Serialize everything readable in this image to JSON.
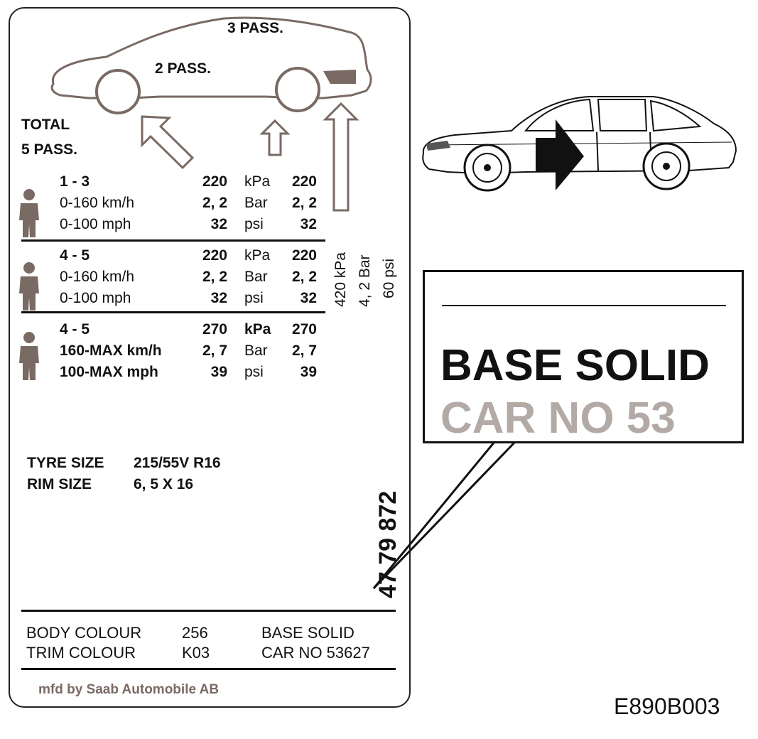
{
  "header": {
    "pass_3": "3 PASS.",
    "pass_2": "2 PASS.",
    "total_line1": "TOTAL",
    "total_line2": "5 PASS."
  },
  "load_rows": [
    {
      "passengers": "1  -   3",
      "speed_kmh": "0-160 km/h",
      "speed_mph": "0-100 mph",
      "front_kpa": "220",
      "front_bar": "2, 2",
      "front_psi": "32",
      "unit_kpa": "kPa",
      "unit_bar": "Bar",
      "unit_psi": "psi",
      "rear_kpa": "220",
      "rear_bar": "2, 2",
      "rear_psi": "32"
    },
    {
      "passengers": "4  -   5",
      "speed_kmh": "0-160 km/h",
      "speed_mph": "0-100 mph",
      "front_kpa": "220",
      "front_bar": "2, 2",
      "front_psi": "32",
      "unit_kpa": "kPa",
      "unit_bar": "Bar",
      "unit_psi": "psi",
      "rear_kpa": "220",
      "rear_bar": "2, 2",
      "rear_psi": "32"
    },
    {
      "passengers": "4  -   5",
      "speed_kmh": "160-MAX km/h",
      "speed_mph": "100-MAX mph",
      "front_kpa": "270",
      "front_bar": "2, 7",
      "front_psi": "39",
      "unit_kpa": "kPa",
      "unit_bar": "Bar",
      "unit_psi": "psi",
      "rear_kpa": "270",
      "rear_bar": "2, 7",
      "rear_psi": "39"
    }
  ],
  "spare": {
    "kpa": "420 kPa",
    "bar": "4, 2 Bar",
    "psi": "60 psi"
  },
  "tyre": {
    "tyre_label": "TYRE SIZE",
    "tyre_value": "215/55V  R16",
    "rim_label": "RIM SIZE",
    "rim_value": "6, 5  X  16"
  },
  "part_number": "47 79 872",
  "colour": {
    "body_label": "BODY  COLOUR",
    "body_code": "256",
    "body_desc": "BASE SOLID",
    "trim_label": "TRIM   COLOUR",
    "trim_code": "K03",
    "trim_desc": "CAR  NO  53627"
  },
  "manufacturer": "mfd by Saab Automobile AB",
  "zoom": {
    "line1": "BASE SOLID",
    "line2": "CAR  NO  53"
  },
  "figure_code": "E890B003",
  "colors": {
    "ink": "#111111",
    "taupe": "#7a6a64",
    "light_grey": "#b3aaa6"
  }
}
